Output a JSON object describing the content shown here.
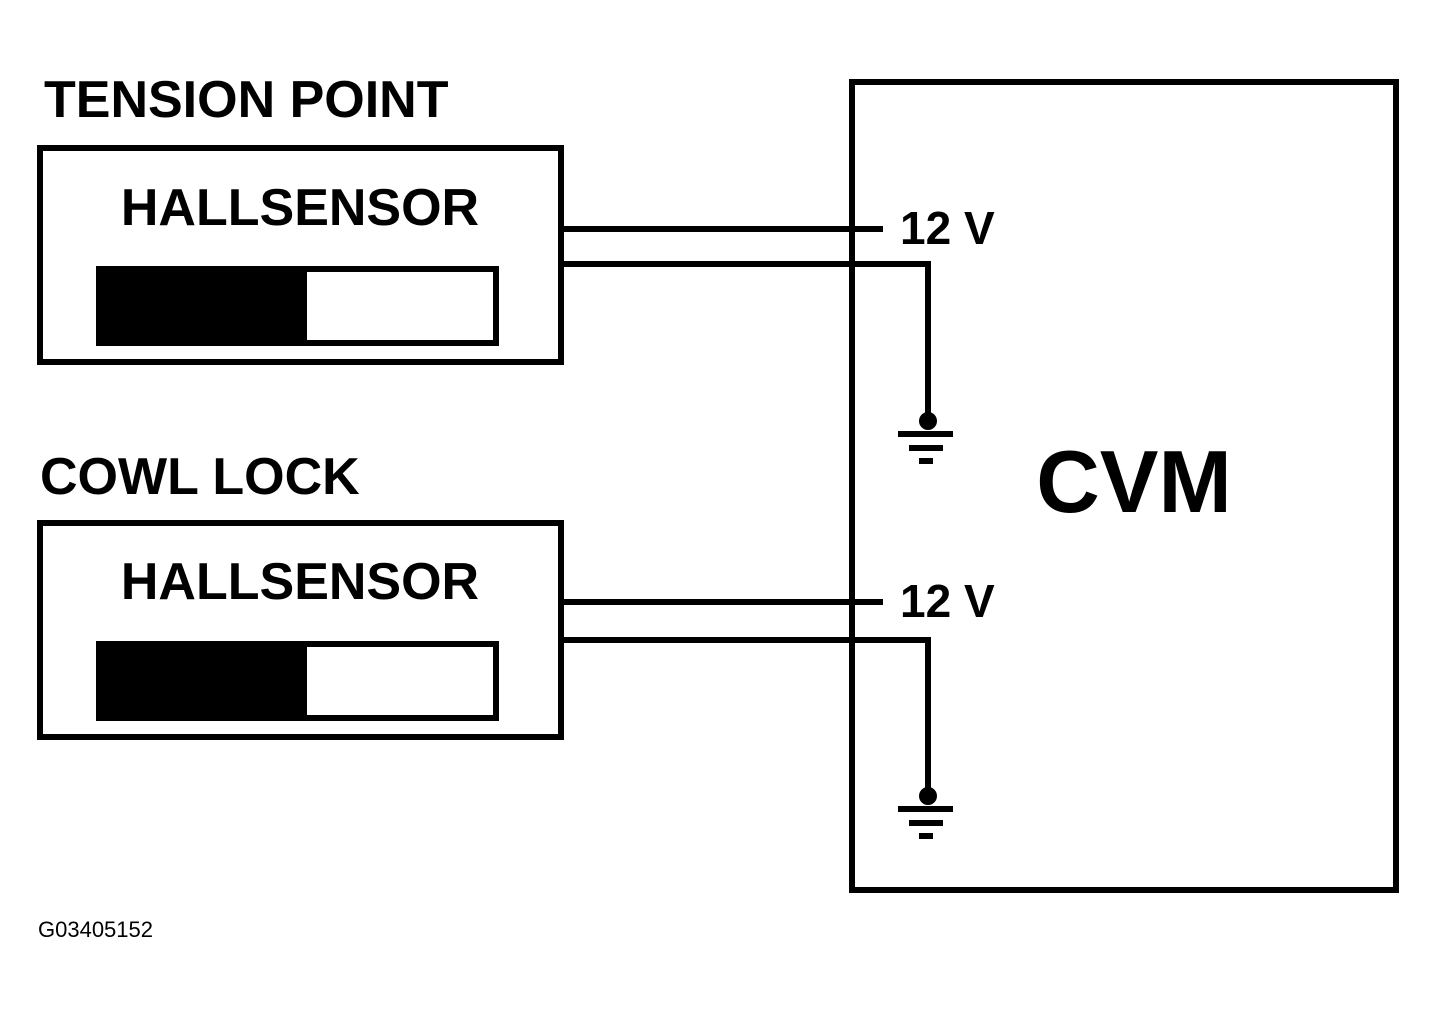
{
  "sensors": [
    {
      "location_label": "TENSION POINT",
      "sensor_label": "HALLSENSOR",
      "supply_label": "12 V",
      "ground_icon": "ground-icon"
    },
    {
      "location_label": "COWL LOCK",
      "sensor_label": "HALLSENSOR",
      "supply_label": "12 V",
      "ground_icon": "ground-icon"
    }
  ],
  "module": {
    "label": "CVM"
  },
  "figure_id": "G03405152",
  "colors": {
    "line": "#000000",
    "background": "#ffffff"
  }
}
